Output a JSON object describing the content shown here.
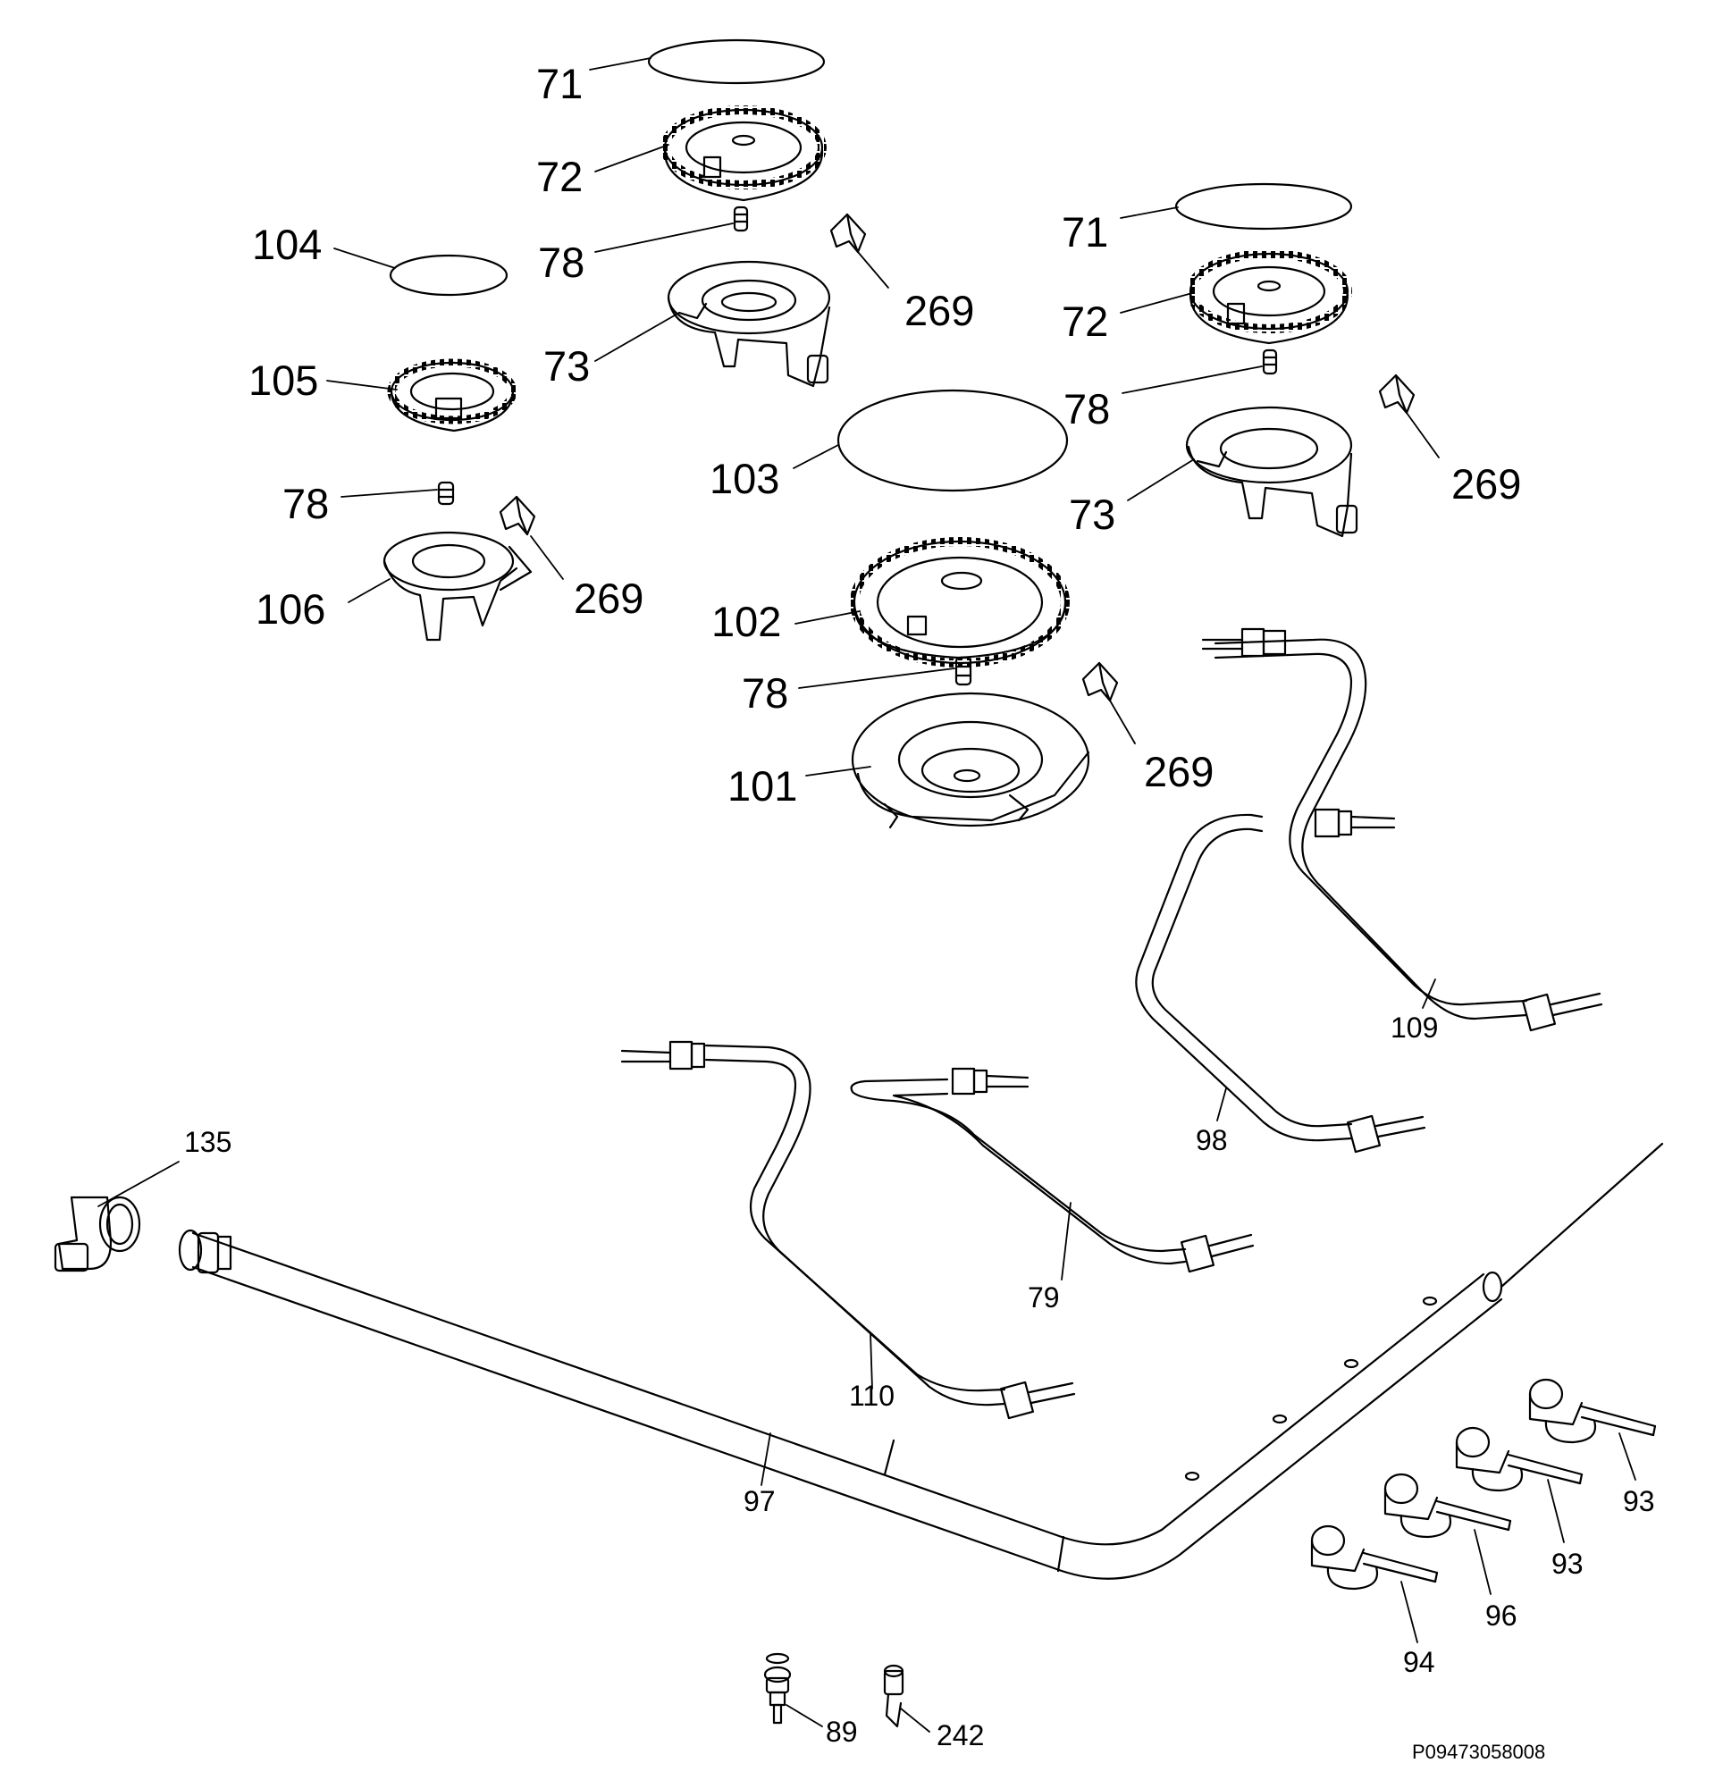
{
  "diagram": {
    "labels": {
      "l71a": "71",
      "l72a": "72",
      "l78a": "78",
      "l269a": "269",
      "l73a": "73",
      "l104": "104",
      "l105": "105",
      "l78b": "78",
      "l106": "106",
      "l269b": "269",
      "l71b": "71",
      "l72b": "72",
      "l78c": "78",
      "l73b": "73",
      "l269c": "269",
      "l103": "103",
      "l102": "102",
      "l78d": "78",
      "l101": "101",
      "l269d": "269",
      "l109": "109",
      "l98": "98",
      "l79": "79",
      "l110": "110",
      "l97": "97",
      "l135": "135",
      "l93a": "93",
      "l93b": "93",
      "l96": "96",
      "l94": "94",
      "l89": "89",
      "l242": "242"
    },
    "drawing_code": "P09473058008"
  },
  "colors": {
    "line": "#000000",
    "background": "#ffffff"
  }
}
